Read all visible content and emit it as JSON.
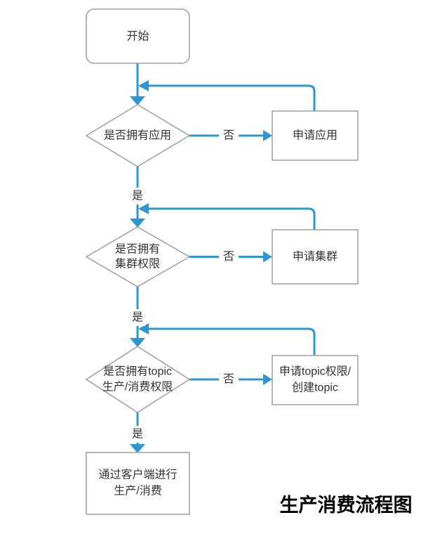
{
  "diagram": {
    "title": "生产消费流程图",
    "colors": {
      "line": "#2D96D3",
      "shape_border": "#9E9E9E",
      "text": "#333333",
      "title_text": "#000000"
    },
    "nodes": {
      "start": {
        "label": "开始"
      },
      "decision_app": {
        "label": "是否拥有应用"
      },
      "apply_app": {
        "label": "申请应用"
      },
      "decision_cluster": {
        "line1": "是否拥有",
        "line2": "集群权限"
      },
      "apply_cluster": {
        "label": "申请集群"
      },
      "decision_topic": {
        "line1": "是否拥有topic",
        "line2": "生产/消费权限"
      },
      "apply_topic": {
        "line1": "申请topic权限/",
        "line2": "创建topic"
      },
      "produce_consume": {
        "line1": "通过客户端进行",
        "line2": "生产/消费"
      }
    },
    "edge_labels": {
      "yes_app": "是",
      "no_app": "否",
      "yes_cluster": "是",
      "no_cluster": "否",
      "yes_topic": "是",
      "no_topic": "否"
    }
  }
}
